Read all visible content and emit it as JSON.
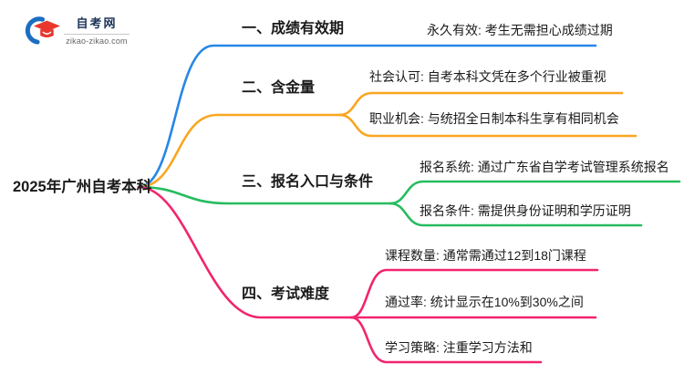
{
  "logo": {
    "site_name": "自考网",
    "site_url": "zikao-zikao.com",
    "icon": "graduation-cap-icon",
    "brand_red": "#E8382E",
    "brand_blue": "#1C6EC2"
  },
  "mindmap": {
    "root": {
      "label": "2025年广州自考本科"
    },
    "branches": [
      {
        "label": "一、成绩有效期",
        "color": "#2786E6",
        "children": [
          {
            "label": "永久有效: 考生无需担心成绩过期"
          }
        ]
      },
      {
        "label": "二、含金量",
        "color": "#F9A620",
        "children": [
          {
            "label": "社会认可: 自考本科文凭在多个行业被重视"
          },
          {
            "label": "职业机会: 与统招全日制本科生享有相同机会"
          }
        ]
      },
      {
        "label": "三、报名入口与条件",
        "color": "#25BC5F",
        "children": [
          {
            "label": "报名系统: 通过广东省自学考试管理系统报名"
          },
          {
            "label": "报名条件: 需提供身份证明和学历证明"
          }
        ]
      },
      {
        "label": "四、考试难度",
        "color": "#F2246E",
        "children": [
          {
            "label": "课程数量: 通常需通过12到18门课程"
          },
          {
            "label": "通过率: 统计显示在10%到30%之间"
          },
          {
            "label": "学习策略: 注重学习方法和"
          }
        ]
      }
    ]
  }
}
